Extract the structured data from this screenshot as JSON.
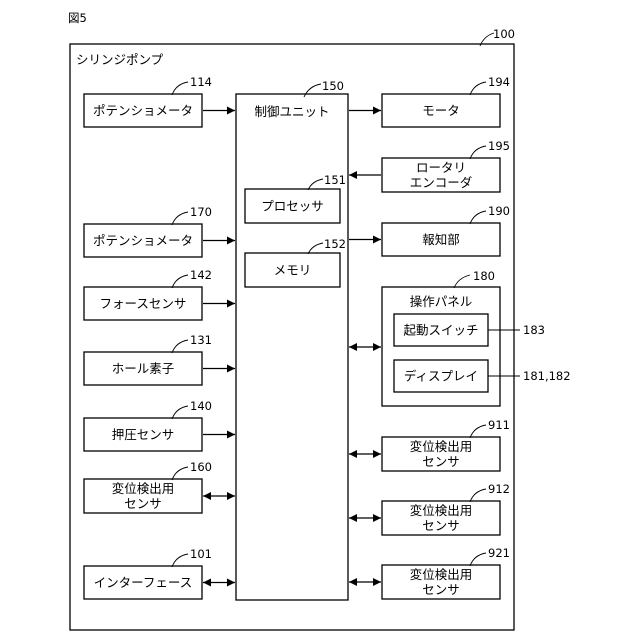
{
  "figure_label": "図5",
  "device": {
    "label": "シリンジポンプ",
    "ref": "100"
  },
  "control_unit": {
    "label": "制御ユニット",
    "ref": "150"
  },
  "processor": {
    "label": "プロセッサ",
    "ref": "151"
  },
  "memory": {
    "label": "メモリ",
    "ref": "152"
  },
  "left_blocks": [
    {
      "lines": [
        "ポテンショメータ"
      ],
      "ref": "114",
      "connection": "to-control"
    },
    {
      "lines": [
        "ポテンショメータ"
      ],
      "ref": "170",
      "connection": "to-control"
    },
    {
      "lines": [
        "フォースセンサ"
      ],
      "ref": "142",
      "connection": "to-control"
    },
    {
      "lines": [
        "ホール素子"
      ],
      "ref": "131",
      "connection": "to-control"
    },
    {
      "lines": [
        "押圧センサ"
      ],
      "ref": "140",
      "connection": "to-control"
    },
    {
      "lines": [
        "変位検出用",
        "センサ"
      ],
      "ref": "160",
      "connection": "bidirectional"
    },
    {
      "lines": [
        "インターフェース"
      ],
      "ref": "101",
      "connection": "bidirectional"
    }
  ],
  "right_blocks": [
    {
      "lines": [
        "モータ"
      ],
      "ref": "194",
      "connection": "from-control"
    },
    {
      "lines": [
        "ロータリ",
        "エンコーダ"
      ],
      "ref": "195",
      "connection": "to-control"
    },
    {
      "lines": [
        "報知部"
      ],
      "ref": "190",
      "connection": "from-control"
    },
    {
      "lines": [
        "変位検出用",
        "センサ"
      ],
      "ref": "911",
      "connection": "bidirectional"
    },
    {
      "lines": [
        "変位検出用",
        "センサ"
      ],
      "ref": "912",
      "connection": "bidirectional"
    },
    {
      "lines": [
        "変位検出用",
        "センサ"
      ],
      "ref": "921",
      "connection": "bidirectional"
    }
  ],
  "operation_panel": {
    "label": "操作パネル",
    "ref": "180",
    "connection": "bidirectional",
    "items": [
      {
        "label": "起動スイッチ",
        "ref": "183"
      },
      {
        "label": "ディスプレイ",
        "ref": "181,182"
      }
    ]
  }
}
